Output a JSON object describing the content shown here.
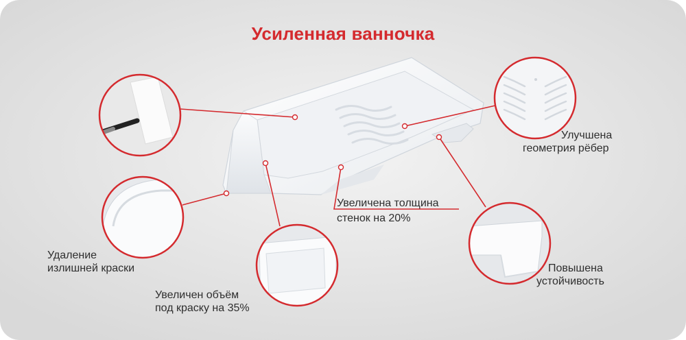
{
  "title": "Усиленная ванночка",
  "colors": {
    "accent": "#d42a2e",
    "background": "#e2e2e2",
    "text": "#2e2e2e"
  },
  "features": {
    "ribs": {
      "line1": "Улучшена",
      "line2": "геометрия рёбер"
    },
    "thickness": {
      "line1": "Увеличена толщина",
      "line2": "стенок на 20%"
    },
    "remove": {
      "line1": "Удаление",
      "line2": "излишней краски"
    },
    "volume": {
      "line1": "Увеличен объём",
      "line2": "под краску на 35%"
    },
    "stability": {
      "line1": "Повышена",
      "line2": "устойчивость"
    }
  }
}
